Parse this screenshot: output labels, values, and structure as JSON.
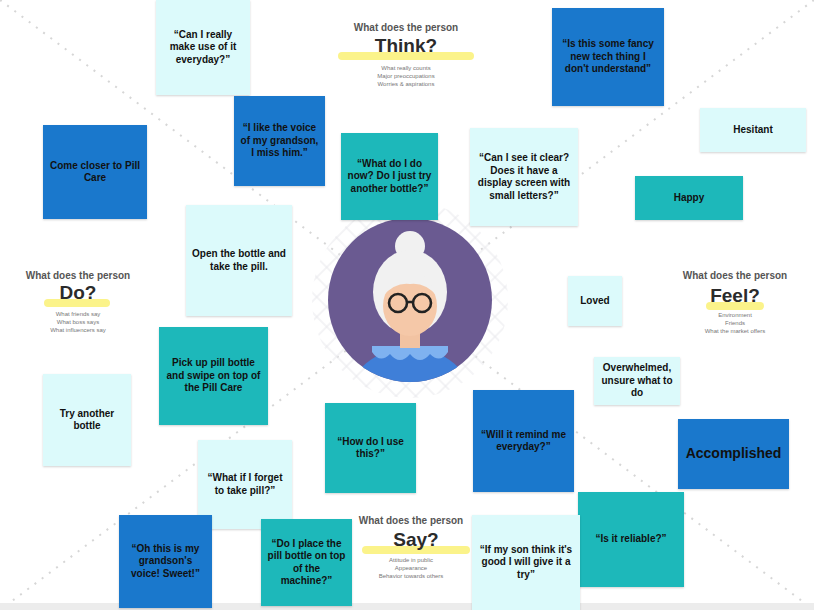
{
  "diagram": {
    "nodes": [
      {
        "text": [
          "“Can I really make use of it everyday?”"
        ]
      },
      {
        "text": [
          "“Is this some fancy new tech thing I don't understand”"
        ]
      },
      {
        "text": [
          "“I like the voice of my grandson, I miss him.”"
        ]
      },
      {
        "text": [
          "Hesitant"
        ]
      },
      {
        "text": [
          "Come closer to Pill Care"
        ]
      },
      {
        "text": [
          "“Can I see it clear? Does it have a display screen with small letters?”"
        ]
      },
      {
        "text": [
          "“What do I do now? Do I just try another bottle?”"
        ]
      },
      {
        "text": [
          "Happy"
        ]
      },
      {
        "text": [
          "Open the bottle and take the pill."
        ]
      },
      {
        "text": [
          "Loved"
        ]
      },
      {
        "text": [
          "Pick up pill bottle and swipe on top of the Pill Care"
        ]
      },
      {
        "text": [
          "Overwhelmed, unsure what to do"
        ]
      },
      {
        "text": [
          "Try another bottle"
        ]
      },
      {
        "text": [
          "“Will it remind me everyday?”"
        ]
      },
      {
        "text": [
          "“How do I use this?”"
        ]
      },
      {
        "text": [
          "Accomplished"
        ]
      },
      {
        "text": [
          "“What if I forget to take pill?”"
        ]
      },
      {
        "text": [
          "“Is it reliable?”"
        ]
      },
      {
        "text": [
          "“Oh this is my grandson's voice! Sweet!”"
        ]
      },
      {
        "text": [
          "“If my son think it's good I will give it a try”"
        ]
      },
      {
        "text": [
          "“Do I place the pill bottle on top of the machine?”"
        ]
      }
    ],
    "labels": [
      "What does the person",
      "Think?",
      "What really counts",
      "Major preoccupations",
      "Worries & aspirations",
      "What does the person",
      "Do?",
      "What friends say",
      "What boss says",
      "What influencers say",
      "What does the person",
      "Feel?",
      "Environment",
      "Friends",
      "What the market offers",
      "What does the person",
      "Say?",
      "Attitude in public",
      "Appearance",
      "Behavior towards others"
    ]
  }
}
